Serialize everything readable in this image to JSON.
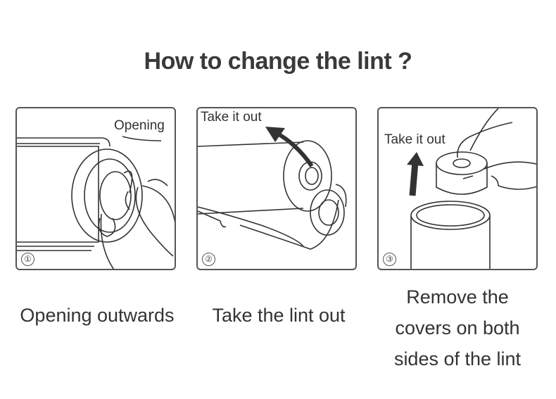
{
  "title": "How to change the lint ?",
  "panels": [
    {
      "number": "①",
      "label": "Opening",
      "caption": "Opening outwards"
    },
    {
      "number": "②",
      "label": "Take it out",
      "caption": "Take the lint out"
    },
    {
      "number": "③",
      "label": "Take it out",
      "caption_lines": [
        "Remove the",
        "covers on both",
        "sides of the lint"
      ]
    }
  ]
}
